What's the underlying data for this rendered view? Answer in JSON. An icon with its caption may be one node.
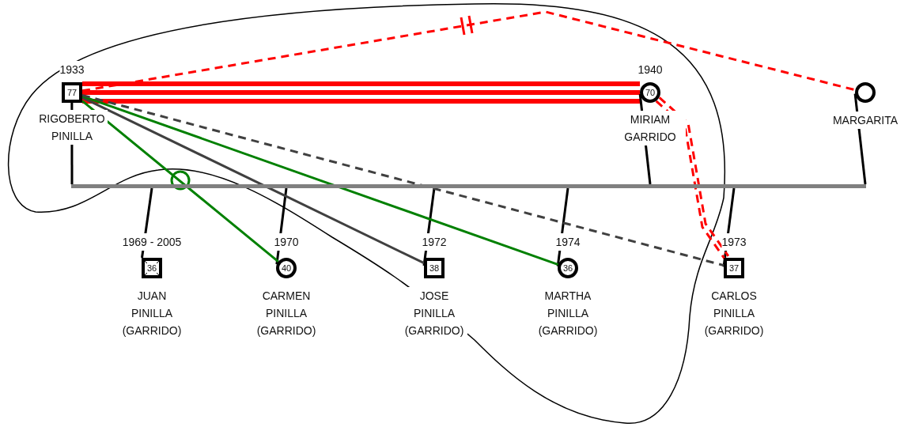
{
  "diagram": {
    "nodes": [
      {
        "text": [
          "77"
        ],
        "beside": [
          "1933",
          "RIGOBERTO PINILLA"
        ]
      },
      {
        "text": [
          "70"
        ],
        "beside": [
          "1940",
          "MIRIAM GARRIDO"
        ]
      },
      {
        "text": [],
        "shape": "circle",
        "beside": [
          "MARGARITA"
        ]
      },
      {
        "text": [
          "36"
        ],
        "beside": [
          "1969 - 2005",
          "JUAN PINILLA (GARRIDO)"
        ]
      },
      {
        "text": [
          "40"
        ],
        "beside": [
          "1970",
          "CARMEN PINILLA (GARRIDO)"
        ]
      },
      {
        "text": [
          "38"
        ],
        "beside": [
          "1972",
          "JOSE PINILLA (GARRIDO)"
        ]
      },
      {
        "text": [
          "36"
        ],
        "beside": [
          "1974",
          "MARTHA PINILLA (GARRIDO)"
        ]
      },
      {
        "text": [
          "37"
        ],
        "beside": [
          "1973",
          "CARLOS PINILLA (GARRIDO)"
        ]
      },
      {
        "text": [],
        "shape": "bar"
      }
    ],
    "edges": [
      {
        "from": 0,
        "to": 1,
        "arrow": "none",
        "style": "thick",
        "color": "#ff0000"
      },
      {
        "from": 0,
        "to": 2,
        "arrow": "none",
        "style": "dashed",
        "color": "#ff0000"
      },
      {
        "from": 0,
        "to": 8,
        "arrow": "none",
        "color": "#000000"
      },
      {
        "from": 1,
        "to": 8,
        "arrow": "none",
        "color": "#000000"
      },
      {
        "from": 2,
        "to": 8,
        "arrow": "none",
        "color": "#000000"
      },
      {
        "from": 8,
        "to": 3,
        "arrow": "none",
        "color": "#000000"
      },
      {
        "from": 8,
        "to": 4,
        "arrow": "none",
        "color": "#000000"
      },
      {
        "from": 8,
        "to": 5,
        "arrow": "none",
        "color": "#000000"
      },
      {
        "from": 8,
        "to": 6,
        "arrow": "none",
        "color": "#000000"
      },
      {
        "from": 8,
        "to": 7,
        "arrow": "none",
        "color": "#000000"
      },
      {
        "from": 0,
        "to": 4,
        "arrow": "none",
        "color": "#008000"
      },
      {
        "from": 0,
        "to": 5,
        "arrow": "none",
        "color": "#404040"
      },
      {
        "from": 0,
        "to": 6,
        "arrow": "none",
        "color": "#008000"
      },
      {
        "from": 0,
        "to": 7,
        "arrow": "none",
        "style": "dashed",
        "color": "#404040"
      },
      {
        "from": 1,
        "to": 7,
        "arrow": "none",
        "style": "dashed",
        "color": "#ff0000"
      }
    ]
  }
}
